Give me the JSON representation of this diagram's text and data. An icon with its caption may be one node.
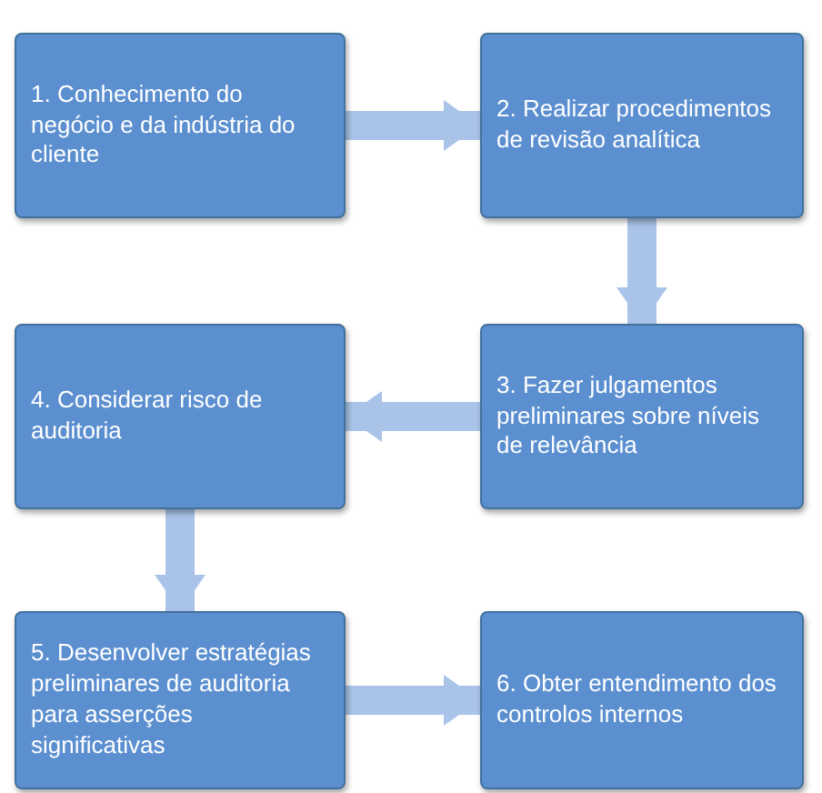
{
  "diagram": {
    "nodes": [
      {
        "text": [
          "1. Conhecimento do negócio e da indústria do cliente"
        ]
      },
      {
        "text": [
          "2. Realizar procedimentos de revisão analítica"
        ]
      },
      {
        "text": [
          "3. Fazer julgamentos preliminares sobre níveis de relevância"
        ]
      },
      {
        "text": [
          "4. Considerar risco de auditoria"
        ]
      },
      {
        "text": [
          "5. Desenvolver estratégias preliminares de auditoria para asserções significativas"
        ]
      },
      {
        "text": [
          "6. Obter entendimento dos controlos internos"
        ]
      }
    ],
    "edges": [
      {
        "from": 0,
        "to": 1,
        "arrow": "to"
      },
      {
        "from": 1,
        "to": 2,
        "arrow": "to"
      },
      {
        "from": 2,
        "to": 3,
        "arrow": "to"
      },
      {
        "from": 3,
        "to": 4,
        "arrow": "to"
      },
      {
        "from": 4,
        "to": 5,
        "arrow": "to"
      }
    ]
  }
}
